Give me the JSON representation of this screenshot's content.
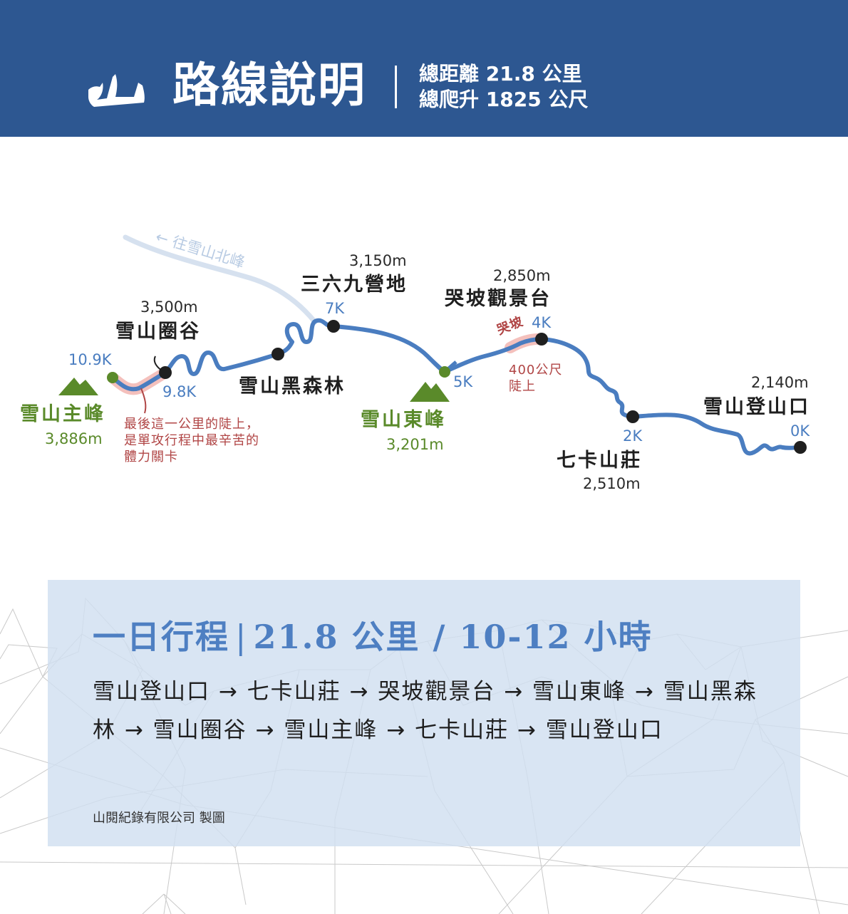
{
  "header": {
    "logo_icon": "mountain-brush-icon",
    "title": "路線說明",
    "total_distance": "總距離 21.8 公里",
    "total_ascent": "總爬升 1825 公尺",
    "background_color": "#2d5791"
  },
  "map": {
    "north_branch_label": "← 往雪山北峰",
    "route_color": "#4a7dc0",
    "steep_highlight_color": "#f4b6b2",
    "peak_color": "#5a8a2a",
    "waypoints": [
      {
        "name": "雪山登山口",
        "elevation": "2,140m",
        "km": "0K"
      },
      {
        "name": "七卡山莊",
        "elevation": "2,510m",
        "km": "2K"
      },
      {
        "name": "哭坡觀景台",
        "elevation": "2,850m",
        "km": "4K"
      },
      {
        "name": "雪山東峰",
        "elevation": "3,201m",
        "km": "5K"
      },
      {
        "name": "三六九營地",
        "elevation": "3,150m",
        "km": "7K"
      },
      {
        "name": "雪山黑森林",
        "elevation": "",
        "km": ""
      },
      {
        "name": "雪山圈谷",
        "elevation": "3,500m",
        "km": "9.8K"
      },
      {
        "name": "雪山主峰",
        "elevation": "3,886m",
        "km": "10.9K"
      }
    ],
    "crying_slope": {
      "tag": "哭坡",
      "note_line1": "400公尺",
      "note_line2": "陡上"
    },
    "final_climb_note": {
      "line1": "最後這一公里的陡上，",
      "line2": "是單攻行程中最辛苦的",
      "line3": "體力關卡"
    }
  },
  "itinerary": {
    "title_left": "一日行程",
    "title_sep": "|",
    "title_right": "21.8 公里 / 10-12 小時",
    "route_text": "雪山登山口 → 七卡山莊 → 哭坡觀景台 → 雪山東峰 → 雪山黑森林 → 雪山圈谷 → 雪山主峰 → 七卡山莊 → 雪山登山口",
    "credit": "山閱紀錄有限公司 製圖",
    "background_color": "#d1dff0",
    "title_color": "#4e7fc2"
  }
}
